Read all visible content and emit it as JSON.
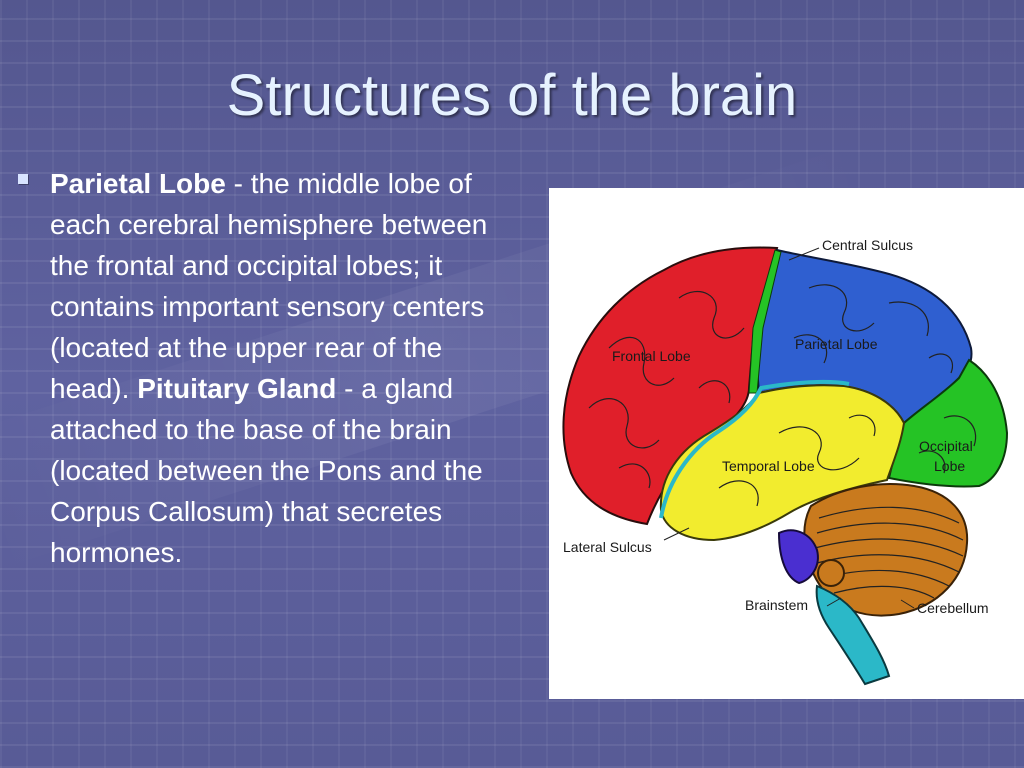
{
  "slide": {
    "title": "Structures of the brain",
    "entries": [
      {
        "term": "Parietal Lobe",
        "definition": " - the middle lobe of each cerebral hemisphere between the frontal and occipital lobes; it contains important sensory centers (located at the upper rear of the head)."
      },
      {
        "term": "Pituitary Gland",
        "definition": " - a gland attached to the base of the brain (located between the Pons and the Corpus Callosum) that secretes hormones."
      }
    ]
  },
  "figure": {
    "labels": {
      "central_sulcus": "Central Sulcus",
      "frontal_lobe": "Frontal Lobe",
      "parietal_lobe": "Parietal Lobe",
      "occipital_lobe_1": "Occipital",
      "occipital_lobe_2": "Lobe",
      "temporal_lobe": "Temporal Lobe",
      "lateral_sulcus": "Lateral Sulcus",
      "brainstem": "Brainstem",
      "cerebellum": "Cerebellum"
    },
    "colors": {
      "frontal": "#e01f2a",
      "parietal": "#2f5fd0",
      "occipital": "#25c325",
      "temporal": "#f2ec2e",
      "cerebellum": "#c97a1e",
      "brainstem": "#2bb8c8",
      "pituitary": "#4a2fd0"
    }
  }
}
